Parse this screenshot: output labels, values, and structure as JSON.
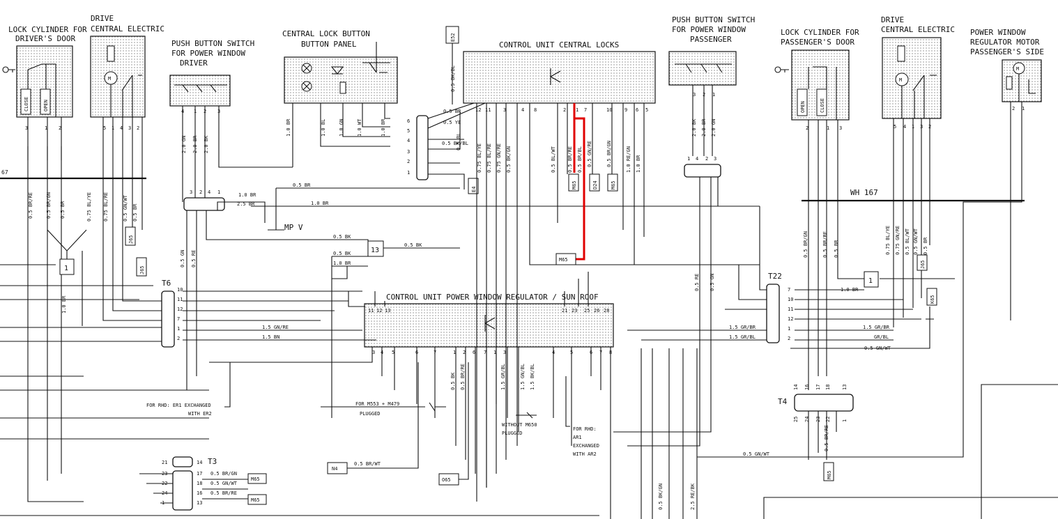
{
  "components": {
    "lock_cyl_driver": {
      "title1": "LOCK CYLINDER FOR",
      "title2": "DRIVER'S DOOR",
      "sw_close": "CLOSE",
      "sw_open": "OPEN",
      "pins": [
        "3",
        "1",
        "2"
      ]
    },
    "drive_left": {
      "title1": "DRIVE",
      "title2": "CENTRAL ELECTRIC",
      "pins": [
        "5",
        "1",
        "4",
        "3",
        "2"
      ]
    },
    "pbs_driver": {
      "title1": "PUSH BUTTON SWITCH",
      "title2": "FOR POWER WINDOW",
      "title3": "DRIVER",
      "pins": [
        "4",
        "1",
        "2",
        "3"
      ]
    },
    "central_lock_button": {
      "title1": "CENTRAL LOCK BUTTON",
      "title2": "BUTTON PANEL"
    },
    "e52": {
      "label": "E52",
      "wire": "0.5 BK/BL"
    },
    "ctrl_central_locks": {
      "title": "CONTROL UNIT CENTRAL LOCKS",
      "pins": [
        "12",
        "11",
        "3",
        "4",
        "8",
        "2",
        "1",
        "7",
        "10",
        "9",
        "6",
        "5"
      ]
    },
    "pbs_passenger": {
      "title1": "PUSH BUTTON SWITCH",
      "title2": "FOR POWER WINDOW",
      "title3": "PASSENGER",
      "pins": [
        "3",
        "2",
        "1"
      ]
    },
    "lock_cyl_passenger": {
      "title1": "LOCK CYLINDER FOR",
      "title2": "PASSENGER'S DOOR",
      "sw_open": "OPEN",
      "sw_close": "CLOSE",
      "pins": [
        "2",
        "1",
        "3"
      ]
    },
    "drive_right": {
      "title1": "DRIVE",
      "title2": "CENTRAL ELECTRIC",
      "pins": [
        "5",
        "4",
        "1",
        "3",
        "2"
      ]
    },
    "pw_motor_pass": {
      "title1": "POWER WINDOW",
      "title2": "REGULATOR MOTOR",
      "title3": "PASSENGER'S SIDE",
      "pins": [
        "2",
        "1"
      ]
    },
    "ctrl_pw_sunroof": {
      "title": "CONTROL UNIT POWER WINDOW REGULATOR / SUN ROOF",
      "top_pins": [
        "11",
        "12",
        "13",
        "21",
        "23",
        "25",
        "26",
        "28"
      ],
      "bottom_pins": [
        "3",
        "4",
        "5",
        "6",
        "7",
        "1",
        "2",
        "6",
        "7",
        "1",
        "3",
        "4",
        "5",
        "6",
        "7",
        "8"
      ]
    }
  },
  "connectors": {
    "t6": {
      "label": "T6",
      "pins": [
        "10",
        "11",
        "12",
        "7",
        "1",
        "2"
      ]
    },
    "t22": {
      "label": "T22",
      "pins": [
        "7",
        "10",
        "11",
        "12",
        "1",
        "2"
      ]
    },
    "t4": {
      "label": "T4",
      "pins_top": [
        "14",
        "16",
        "17",
        "18",
        "13"
      ],
      "pins_bot": [
        "25",
        "24",
        "23",
        "22",
        "1"
      ]
    },
    "t3": {
      "label": "T3",
      "pins_left": [
        "21",
        "23",
        "22",
        "24",
        "1"
      ],
      "pins_right": [
        "14",
        "17",
        "18",
        "16",
        "13"
      ]
    },
    "c_driver_pbs": {
      "pins": [
        "3",
        "2",
        "4",
        "1"
      ]
    },
    "c_pass_pbs": {
      "pins": [
        "1",
        "4",
        "2",
        "3"
      ]
    },
    "c_panel": {
      "pins": [
        "6",
        "5",
        "4",
        "3",
        "2",
        "1"
      ]
    }
  },
  "nodes": {
    "wh167_left": "67",
    "wh167_right": "WH 167",
    "mpv": "MP V",
    "n13": "13",
    "n1_left": "1",
    "n1_right": "1"
  },
  "boxes": {
    "j65_a": "J65",
    "j65_b": "J65",
    "e4": "E4",
    "m65_top": "M65",
    "d24": "D24",
    "m65_top2": "M65",
    "m65_hl": "M65",
    "m65_t3a": "M65",
    "m65_t3b": "M65",
    "n4": "N4",
    "o65": "O65",
    "m65_bottom": "M65",
    "k65": "K65",
    "j65_right": "J65"
  },
  "wires": {
    "cl_left": [
      "0.5 BR/RE",
      "0.5 BR/GN",
      "0.5 BR"
    ],
    "drive_left": [
      "0.75 BL/YE",
      "0.75 BL/RE",
      "0.5 GN/WT",
      "0.5 BR"
    ],
    "pbs_driver": [
      "2.0 GN",
      "2.0 BR",
      "2.0 BK"
    ],
    "pbs_driver_lower": [
      "0.5 GN",
      "0.5 RE"
    ],
    "panel": [
      "1.0 BR",
      "1.0 BL",
      "1.0 GN",
      "1.0 WT",
      "1.0 BR"
    ],
    "panel_h": [
      "0.5 BR",
      "0.5 YE",
      "0.5 BK/BL",
      "0.5 BL"
    ],
    "clu_down": [
      "0.75 BL/YE",
      "0.75 BL/RE",
      "0.75 GN/RE",
      "0.5 BK/GN",
      "0.5 BL/WT",
      "0.5 BR/RE",
      "0.5 BR/BL",
      "0.5 GN/RE",
      "0.5 BR/GN",
      "1.0 RE/GN",
      "1.0 BR"
    ],
    "pbs_pass": [
      "2.0 BK",
      "2.0 BR",
      "2.0 GN"
    ],
    "pbs_pass_lower": [
      "0.5 RE",
      "0.5 GN"
    ],
    "cl_right": [
      "0.5 BR/GN",
      "0.5 BR/RE",
      "0.5 BR"
    ],
    "drive_right": [
      "0.75 BL/YE",
      "0.75 GN/RE",
      "0.5 BL/WT",
      "0.5 GN/WT",
      "0.5 BR"
    ],
    "mid": [
      "1.0 BR",
      "2.5 BR",
      "0.5 BR",
      "1.0 BR",
      "0.5 BK",
      "0.5 BK",
      "0.5 BK",
      "1.0 BR",
      "1.0 BR"
    ],
    "t6_h": [
      "1.5 GN/RE",
      "1.5 BN"
    ],
    "t22_h": [
      "1.5 GR/BR",
      "1.5 GR/BL",
      "1.5 GR/BR",
      "GR/BL",
      "0.5 GN/WT",
      "1.0 BR"
    ],
    "cpw_down": [
      "0.5 BK",
      "0.5 BR/RE",
      "1.5 GR/BL",
      "1.5 GN/BL",
      "1.5 BK/BL"
    ],
    "t3": [
      "0.5 BR/GN",
      "0.5 GN/WT",
      "0.5 BR/RE"
    ],
    "n4": "0.5 BR/WT",
    "bottom": [
      "0.5 BK/GN",
      "2.5 RE/BK",
      "0.5 GN/WT",
      "0.5 BR/RE"
    ],
    "left_misc": [
      "1.0 BR"
    ]
  },
  "notes": {
    "rhd_er": [
      "FOR RHD: ER1 EXCHANGED",
      "WITH ER2"
    ],
    "m553": [
      "FOR M553 + M479",
      "PLUGGED"
    ],
    "m650": [
      "WITHOUT M650",
      "PLUGGED"
    ],
    "rhd_ar": [
      "FOR RHD:",
      "AR1",
      "EXCHANGED",
      "WITH AR2"
    ]
  }
}
